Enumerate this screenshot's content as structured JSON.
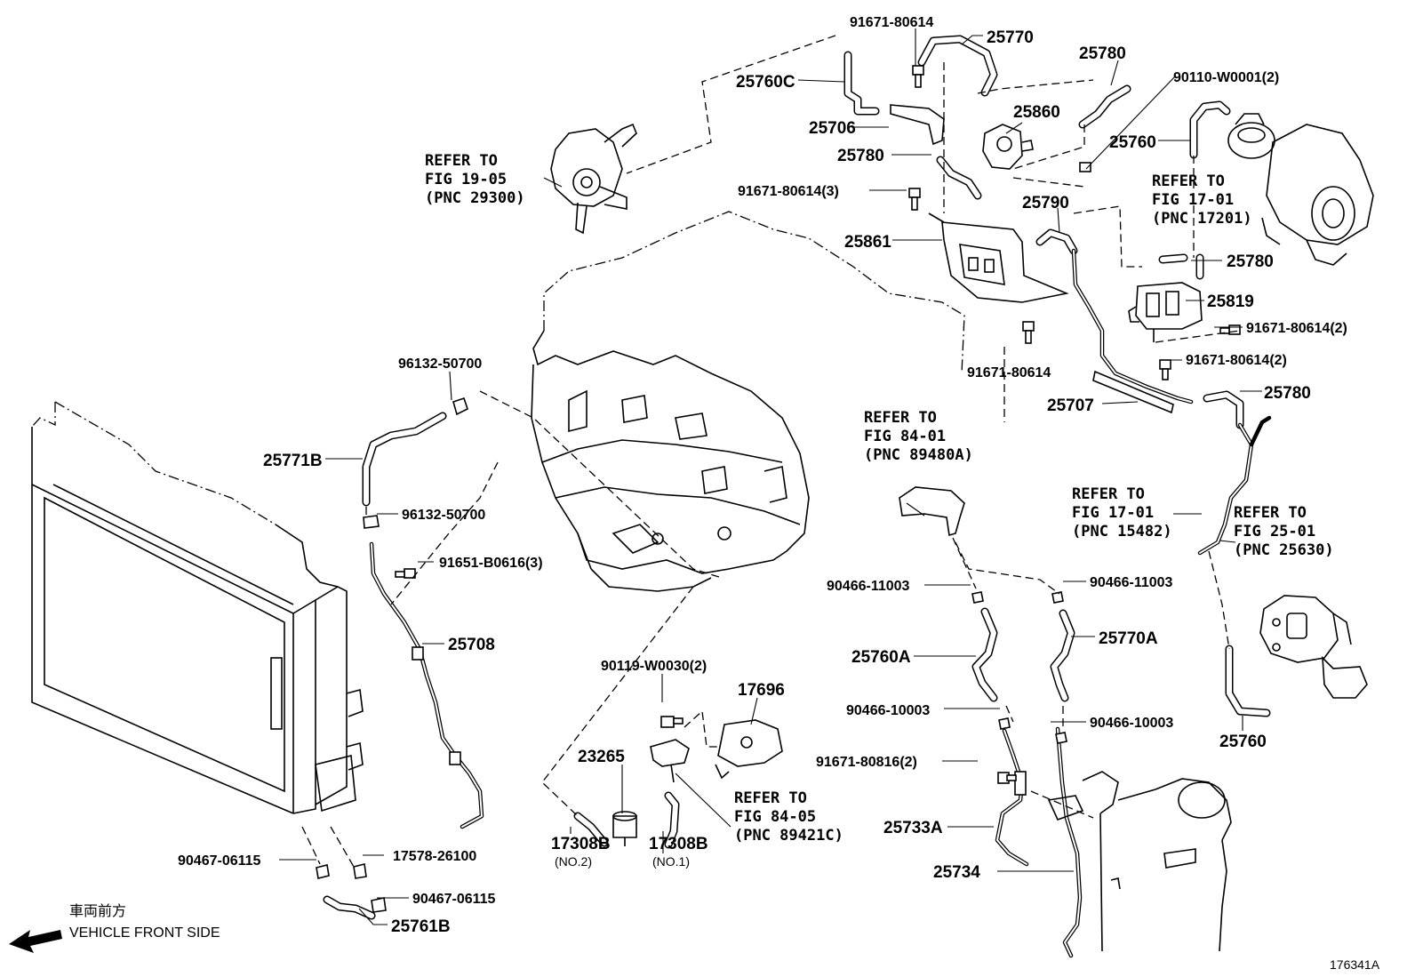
{
  "labels": {
    "l_91671_80614_top": "91671-80614",
    "l_25770": "25770",
    "l_25780_top": "25780",
    "l_90110_w0001": "90110-W0001(2)",
    "l_25760c": "25760C",
    "l_25706": "25706",
    "l_25860": "25860",
    "l_25780_mid": "25780",
    "l_25760_top": "25760",
    "l_91671_80614_3": "91671-80614(3)",
    "l_25790": "25790",
    "l_25861": "25861",
    "l_25780_right": "25780",
    "l_25819": "25819",
    "l_91671_80614_2a": "91671-80614(2)",
    "l_91671_80614_center": "91671-80614",
    "l_91671_80614_2b": "91671-80614(2)",
    "l_25707": "25707",
    "l_25780_low": "25780",
    "l_96132_50700_top": "96132-50700",
    "l_25771b": "25771B",
    "l_96132_50700_low": "96132-50700",
    "l_91651_b0616": "91651-B0616(3)",
    "l_25708": "25708",
    "l_90466_11003_l": "90466-11003",
    "l_90466_11003_r": "90466-11003",
    "l_25760a": "25760A",
    "l_25770a": "25770A",
    "l_90466_10003_l": "90466-10003",
    "l_90466_10003_r": "90466-10003",
    "l_91671_80816": "91671-80816(2)",
    "l_25733a": "25733A",
    "l_25734": "25734",
    "l_25760_bottom": "25760",
    "l_90119_w0030": "90119-W0030(2)",
    "l_17696": "17696",
    "l_23265": "23265",
    "l_17308b_no2": "17308B",
    "l_no2": "(NO.2)",
    "l_17308b_no1": "17308B",
    "l_no1": "(NO.1)",
    "l_90467_06115_l": "90467-06115",
    "l_17578_26100": "17578-26100",
    "l_90467_06115_r": "90467-06115",
    "l_25761b": "25761B",
    "l_diagram_id": "176341A"
  },
  "refs": {
    "fig1905": {
      "line1": "REFER TO",
      "line2": "FIG 19-05",
      "line3": "(PNC 29300)"
    },
    "fig1701_a": {
      "line1": "REFER TO",
      "line2": "FIG 17-01",
      "line3": "(PNC 17201)"
    },
    "fig8401": {
      "line1": "REFER TO",
      "line2": "FIG 84-01",
      "line3": "(PNC 89480A)"
    },
    "fig1701_b": {
      "line1": "REFER TO",
      "line2": "FIG 17-01",
      "line3": "(PNC 15482)"
    },
    "fig2501": {
      "line1": "REFER TO",
      "line2": "FIG 25-01",
      "line3": "(PNC 25630)"
    },
    "fig8405": {
      "line1": "REFER TO",
      "line2": "FIG 84-05",
      "line3": "(PNC 89421C)"
    }
  },
  "direction": {
    "jp": "車両前方",
    "en": "VEHICLE FRONT SIDE"
  }
}
